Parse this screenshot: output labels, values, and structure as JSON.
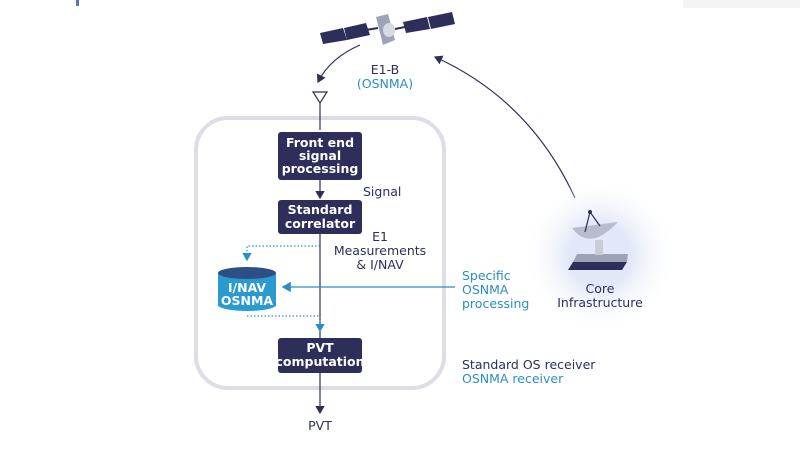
{
  "colors": {
    "navy": "#2d2f5a",
    "teal": "#2a8fbf",
    "box_border": "#dcdde6",
    "glow": "#e4e9f7"
  },
  "satellite": {
    "signal_label": "E1-B",
    "signal_sub": "(OSNMA)"
  },
  "receiver": {
    "front_end": [
      "Front end",
      "signal",
      "processing"
    ],
    "signal_label": "Signal",
    "correlator": [
      "Standard",
      "correlator"
    ],
    "measurements": [
      "E1",
      "Measurements",
      "& I/NAV"
    ],
    "database": [
      "I/NAV",
      "OSNMA"
    ],
    "pvt_box": [
      "PVT",
      "computation"
    ],
    "output": "PVT"
  },
  "core": {
    "label": [
      "Core",
      "Infrastructure"
    ]
  },
  "specific": [
    "Specific",
    "OSNMA",
    "processing"
  ],
  "legend": {
    "standard": "Standard OS receiver",
    "osnma": "OSNMA receiver"
  },
  "icons": [
    "satellite-icon",
    "antenna-icon",
    "dish-antenna-icon",
    "database-icon"
  ]
}
